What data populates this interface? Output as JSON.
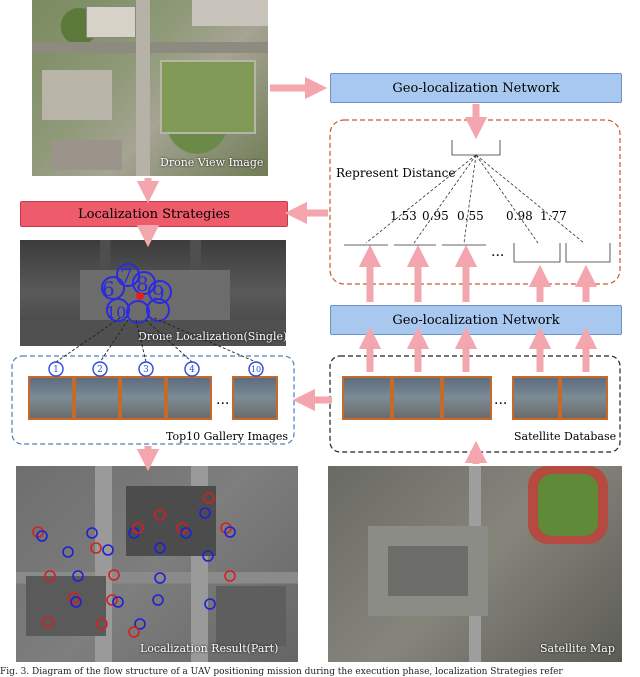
{
  "images": {
    "drone_view": "Drone View Image",
    "drone_localization": "Drone Localization(Single)",
    "top10": "Top10 Gallery Images",
    "satellite_database": "Satellite Database",
    "localization_result": "Localization Result(Part)",
    "satellite_map": "Satellite Map"
  },
  "boxes": {
    "geo_network_top": "Geo-localization Network",
    "geo_network_bottom": "Geo-localization Network",
    "localization_strategies": "Localization Strategies"
  },
  "distance": {
    "title": "Represent Distance",
    "values": [
      "1.53",
      "0.95",
      "0.55",
      "0.98",
      "1.77"
    ],
    "ellipsis": "..."
  },
  "gallery_ranks": [
    "1",
    "2",
    "3",
    "4",
    "10"
  ],
  "cluster_digits": [
    "6",
    "7",
    "8",
    "9",
    "10"
  ],
  "caption": "Fig. 3. Diagram of the flow structure of a UAV positioning mission during the execution phase, localization Strategies refer"
}
